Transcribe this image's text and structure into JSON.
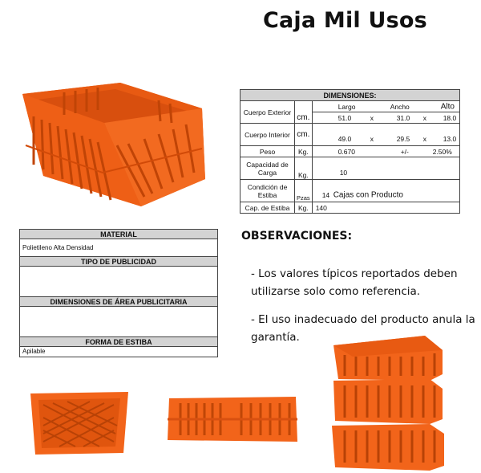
{
  "title": "Caja Mil Usos",
  "dimensions": {
    "header": "DIMENSIONES:",
    "rows": [
      {
        "label": "Cuerpo Exterior",
        "unit": "cm.",
        "largo_label": "Largo",
        "ancho_label": "Ancho",
        "alto_label": "Alto",
        "largo": "51.0",
        "x1": "x",
        "ancho": "31.0",
        "x2": "x",
        "alto": "18.0"
      },
      {
        "label": "Cuerpo Interior",
        "unit": "cm.",
        "largo": "49.0",
        "x1": "x",
        "ancho": "29.5",
        "x2": "x",
        "alto": "13.0"
      },
      {
        "label": "Peso",
        "unit": "Kg.",
        "value": "0.670",
        "pm": "+/-",
        "tolerance": "2.50%"
      },
      {
        "label": "Capacidad de Carga",
        "unit": "Kg.",
        "value": "10"
      },
      {
        "label": "Condición de Estiba",
        "unit": "Pzas",
        "value": "14",
        "note": "Cajas con Producto"
      },
      {
        "label": "Cap. de Estiba",
        "unit": "Kg.",
        "value": "140"
      }
    ]
  },
  "material": {
    "material_header": "MATERIAL",
    "material_value": "Polietileno Alta Densidad",
    "publicidad_header": "TIPO DE PUBLICIDAD",
    "publicidad_value": "",
    "area_header": "DIMENSIONES DE ÁREA PUBLICITARIA",
    "area_value": "",
    "estiba_header": "FORMA DE ESTIBA",
    "estiba_value": "Apilable"
  },
  "observaciones": {
    "header": "OBSERVACIONES:",
    "items": [
      "- Los valores típicos reportados deben utilizarse solo como referencia.",
      "- El uso inadecuado  del producto anula la garantía."
    ]
  },
  "colors": {
    "crate": "#f2641a",
    "crate_dark": "#c94a0c",
    "table_header": "#d3d3d3"
  }
}
